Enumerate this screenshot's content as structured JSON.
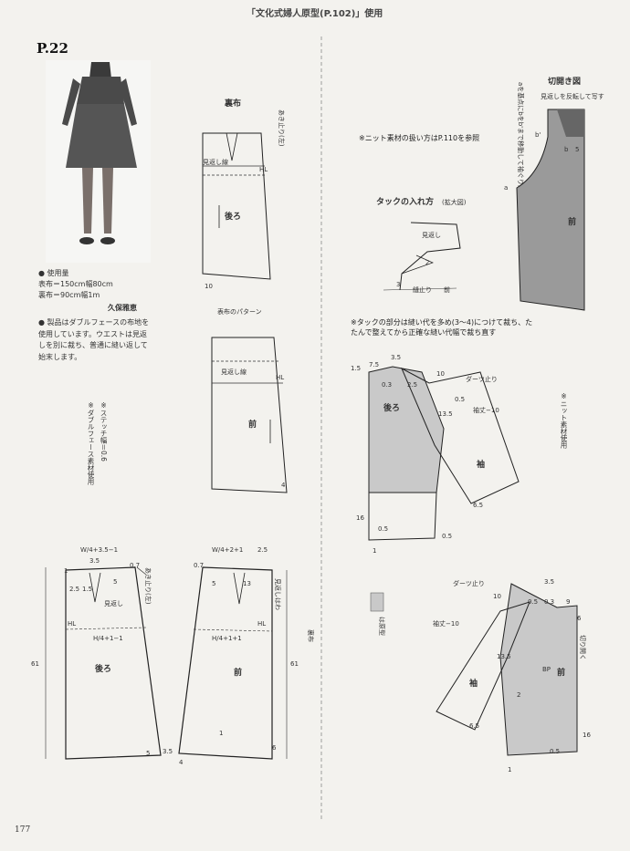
{
  "header": {
    "title": "「文化式婦人原型(P.102)」使用"
  },
  "page": {
    "number": "P.22",
    "folio": "177"
  },
  "materials": {
    "heading": "● 使用量",
    "outer": "表布＝150cm幅80cm",
    "lining": "裏布＝90cm幅1m",
    "designer": "久保雅恵"
  },
  "note": {
    "text": "● 製品はダブルフェースの布地を使用しています。ウエストは見返しを別に裁ち、普通に縫い返して始末します。"
  },
  "labels": {
    "lining": "裏布",
    "lining_pattern": "表布のパターン",
    "opening_left": "あき止り(左)",
    "facing_line": "見返し線",
    "facing": "見返し",
    "facing_wa": "見返しはわ",
    "back": "後ろ",
    "front": "前",
    "sleeve": "袖",
    "hl": "HL",
    "bp": "BP",
    "dart_end": "ダーツ止り",
    "sleeve_length": "袖丈−10",
    "sleeve_length2": "袖丈−10",
    "sew_end": "縫止り",
    "tuck_title": "タックの入れ方",
    "tuck_sub": "(拡大図)",
    "knit_ref": "※ニット素材の扱い方はP.110を参照",
    "knit_used": "※ニット素材使用",
    "stitch": "※ステッチ幅＝0.6",
    "double_face": "※ダブルフェース素材使用",
    "tuck_note": "※タックの部分は縫い代を多め(3〜4)につけて裁ち、たたんで整えてから正確な縫い代幅で裁ち直す",
    "opening_fig": "切開き図",
    "facing_flip": "見返しを反転して写す",
    "move_note": "aを基点にbをb'まで移動して袖ぐり線を写す",
    "original": "は原型",
    "cut_open": "切り開く"
  },
  "dims": {
    "w_back": "W/4+3.5−1",
    "w_front": "W/4+2+1",
    "h_back": "H/4+1−1",
    "h_front": "H/4+1+1",
    "len": "61",
    "n07": "0.7",
    "n35": "3.5",
    "n25": "2.5",
    "n15": "1.5",
    "n5": "5",
    "n13": "13",
    "n1": "1",
    "n3": "3",
    "n4": "4",
    "n6": "6",
    "n10": "10",
    "n75": "7.5",
    "n2": "2",
    "n03": "0.3",
    "n05": "0.5",
    "n135": "13.5",
    "n65": "6.5",
    "n16": "16",
    "n9": "9",
    "a": "a",
    "b": "b",
    "bprime": "b'"
  }
}
